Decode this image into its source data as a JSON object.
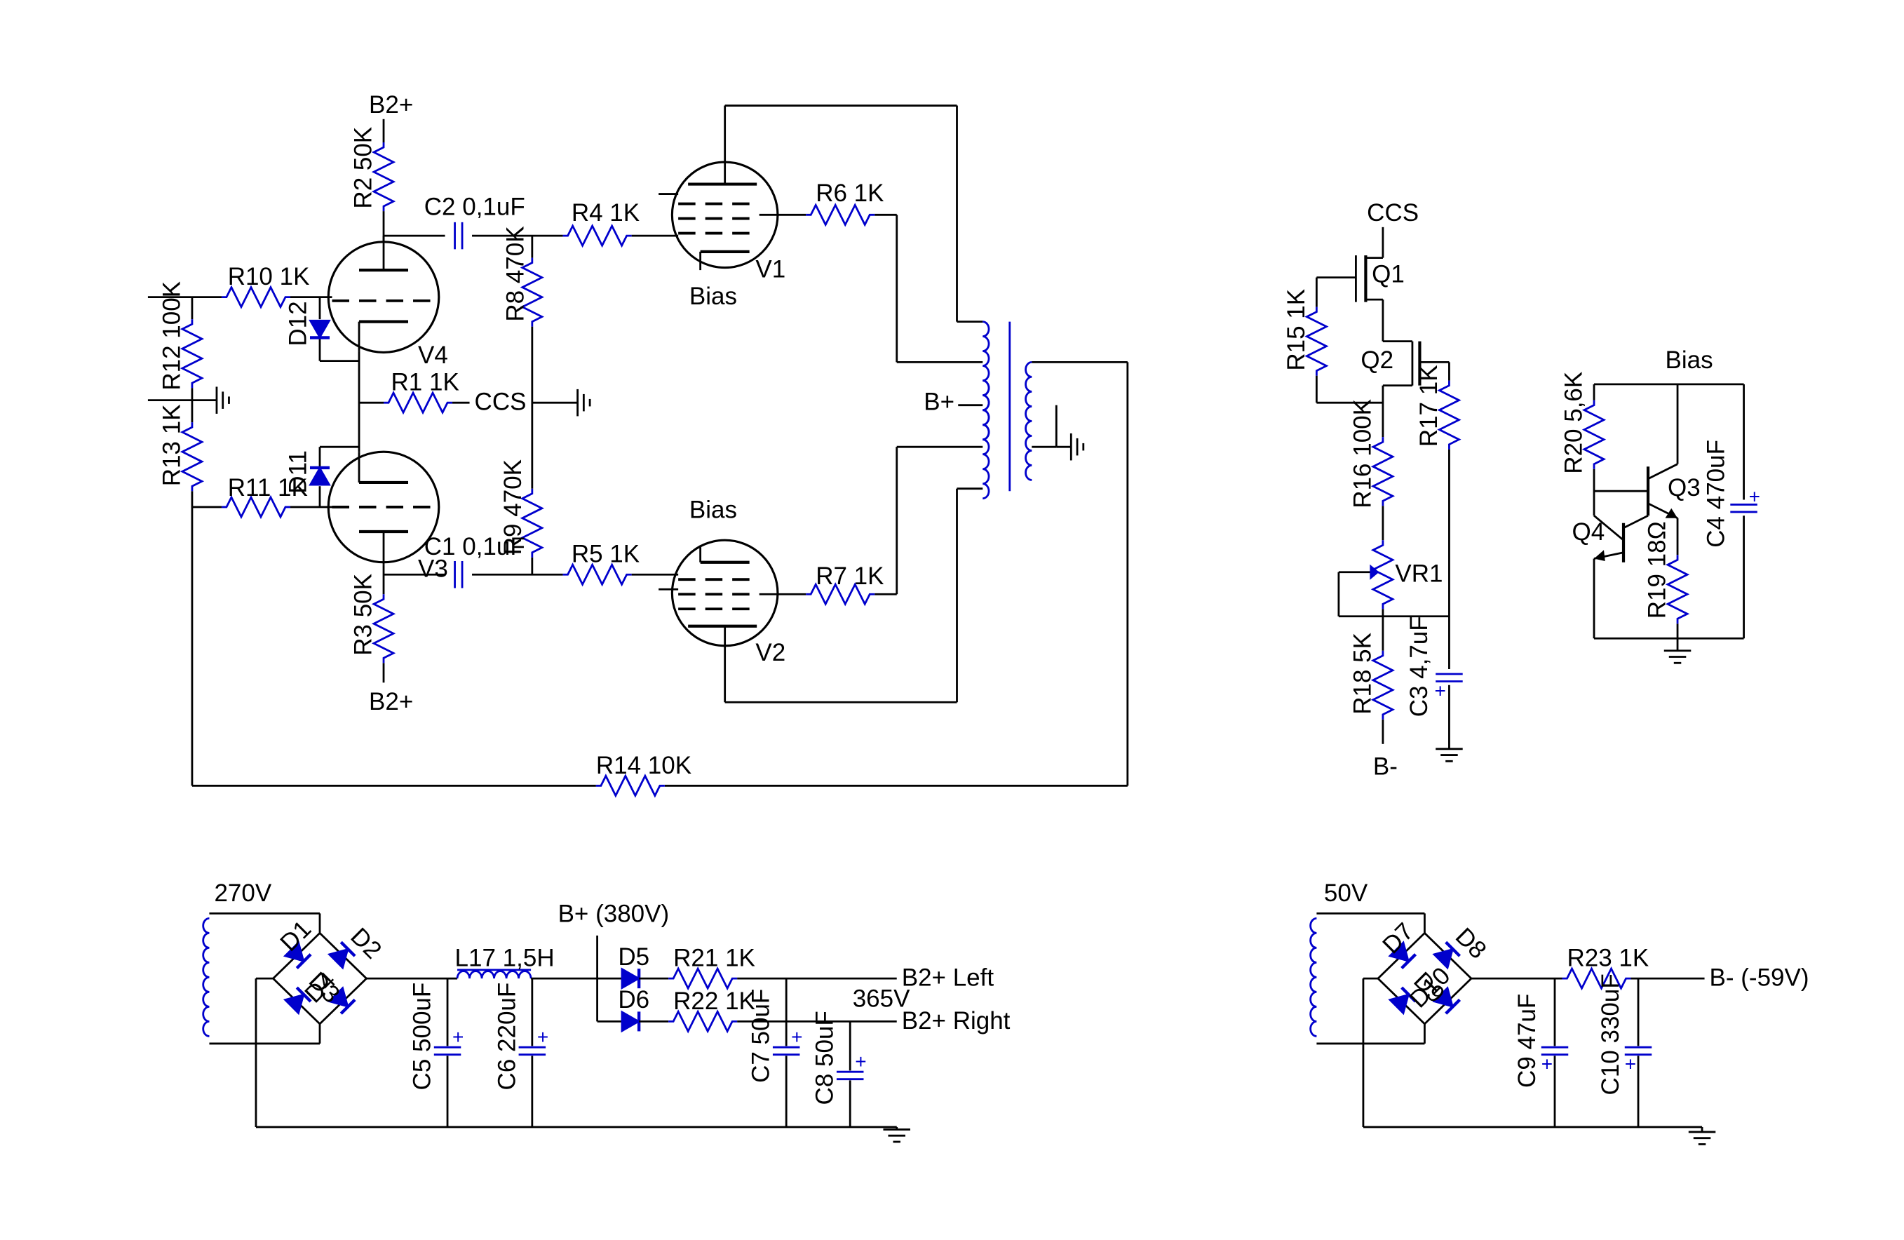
{
  "amplifier": {
    "rails": {
      "b2_top": "B2+",
      "b2_bottom": "B2+",
      "b_plus": "B+",
      "ccs": "CCS",
      "bias_v1": "Bias",
      "bias_v2": "Bias"
    },
    "tubes": {
      "v1": "V1",
      "v2": "V2",
      "v3": "V3",
      "v4": "V4"
    },
    "parts": {
      "r1": "R1 1K",
      "r2": "R2 50K",
      "r3": "R3 50K",
      "r4": "R4 1K",
      "r5": "R5 1K",
      "r6": "R6 1K",
      "r7": "R7 1K",
      "r8": "R8 470K",
      "r9": "R9 470K",
      "r10": "R10 1K",
      "r11": "R11 1K",
      "r12": "R12 100K",
      "r13": "R13 1K",
      "r14": "R14 10K",
      "c1": "C1 0,1uF",
      "c2": "C2 0,1uF",
      "d11": "D11",
      "d12": "D12"
    }
  },
  "ccs_circuit": {
    "top": "CCS",
    "bottom": "B-",
    "parts": {
      "q1": "Q1",
      "q2": "Q2",
      "r15": "R15 1K",
      "r16": "R16 100K",
      "r17": "R17 1K",
      "r18": "R18 5K",
      "vr1": "VR1",
      "c3": "C3 4,7uF"
    }
  },
  "bias_circuit": {
    "top": "Bias",
    "parts": {
      "q3": "Q3",
      "q4": "Q4",
      "r19": "R19 18Ω",
      "r20": "R20 5,6K",
      "c4": "C4 470uF"
    }
  },
  "psu_high": {
    "input": "270V",
    "b_plus": "B+ (380V)",
    "out_left": "B2+ Left",
    "out_right": "B2+ Right",
    "v365": "365V",
    "parts": {
      "d1": "D1",
      "d2": "D2",
      "d3": "D3",
      "d4": "D4",
      "d5": "D5",
      "d6": "D6",
      "l17": "L17 1,5H",
      "r21": "R21 1K",
      "r22": "R22 1K",
      "c5": "C5 500uF",
      "c6": "C6 220uF",
      "c7": "C7 50uF",
      "c8": "C8 50uF"
    }
  },
  "psu_neg": {
    "input": "50V",
    "output": "B- (-59V)",
    "parts": {
      "d7": "D7",
      "d8": "D8",
      "d9": "D9",
      "d10": "D10",
      "r23": "R23 1K",
      "c9": "C9 47uF",
      "c10": "C10 330uF"
    }
  },
  "colors": {
    "wire": "#000000",
    "component": "#0000cc"
  }
}
